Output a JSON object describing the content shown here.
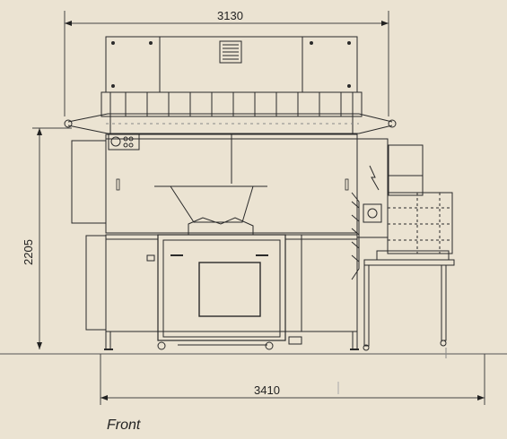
{
  "dimensions": {
    "top_width": "3130",
    "bottom_width": "3410",
    "height": "2205"
  },
  "caption": "Front"
}
